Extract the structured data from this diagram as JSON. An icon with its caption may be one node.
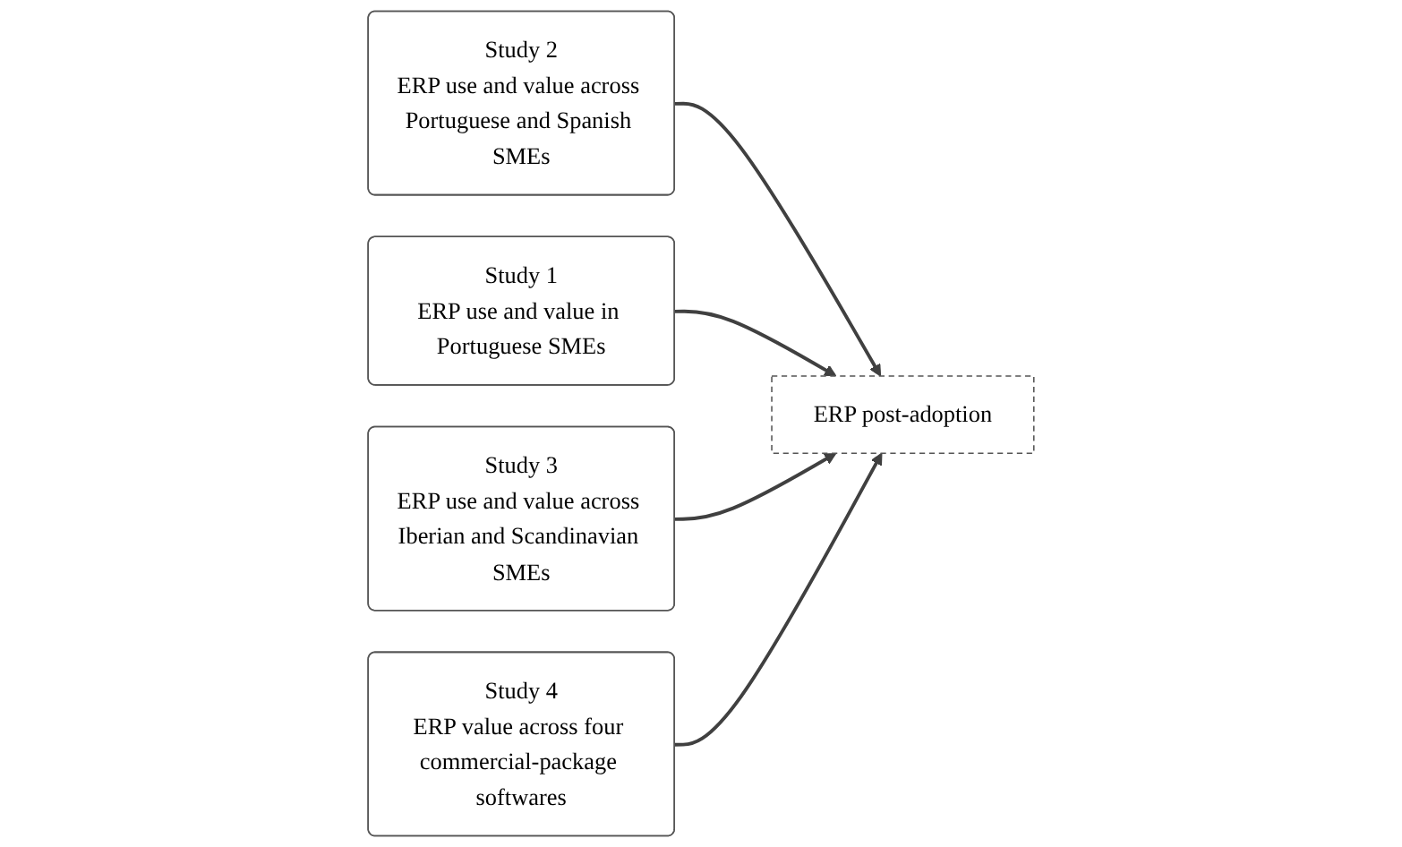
{
  "diagram": {
    "nodes": [
      {
        "text": [
          "Study 2",
          "ERP use and value across Portuguese and Spanish SMEs"
        ]
      },
      {
        "text": [
          "Study 1",
          "ERP use and value in Portuguese SMEs"
        ]
      },
      {
        "text": [
          "ERP post-adoption"
        ]
      },
      {
        "text": [
          "Study 3",
          "ERP use and value across Iberian and Scandinavian SMEs"
        ]
      },
      {
        "text": [
          "Study 4",
          "ERP value across four commercial-package softwares"
        ]
      }
    ],
    "edges": [
      {
        "from": 0,
        "to": 2,
        "arrow": "to"
      },
      {
        "from": 1,
        "to": 2,
        "arrow": "to"
      },
      {
        "from": 3,
        "to": 2,
        "arrow": "to"
      },
      {
        "from": 4,
        "to": 2,
        "arrow": "to"
      }
    ]
  }
}
